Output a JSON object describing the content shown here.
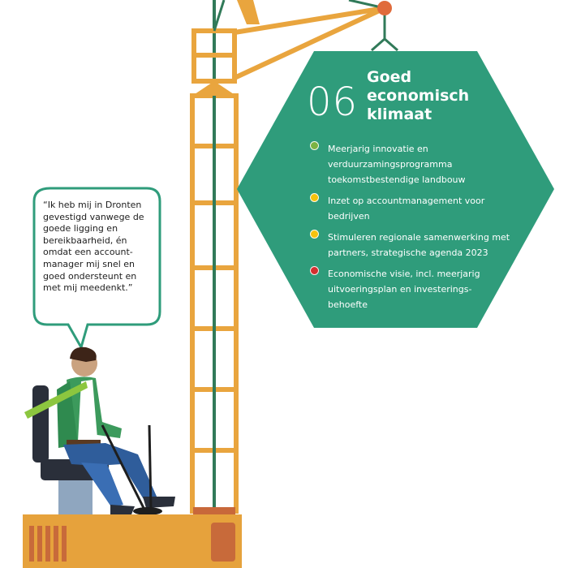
{
  "colors": {
    "hex_green": "#2f9c7b",
    "crane_yellow": "#e9a53e",
    "cable_green": "#317a59",
    "quote_border": "#2f9c7b",
    "cabin": "#e6a23c",
    "cabin_dark": "#c86a3a"
  },
  "hexagon": {
    "number": "06",
    "title_lines": [
      "Goed",
      "economisch",
      "klimaat"
    ],
    "items": [
      {
        "text": "Meerjarig innovatie en verduurzamingsprogramma toekomstbestendige landbouw",
        "status_color": "#7cb342"
      },
      {
        "text": "Inzet op accountmanagement voor bedrijven",
        "status_color": "#f4c20d"
      },
      {
        "text": "Stimuleren regionale samenwerking met partners, strategische agenda 2023",
        "status_color": "#f4c20d"
      },
      {
        "text": "Economische visie, incl. meerjarig uitvoeringsplan en investerings-behoefte",
        "status_color": "#d32f2f"
      }
    ]
  },
  "quote": {
    "text": "“Ik heb mij in Dronten gevestigd vanwege de goede ligging en bereikbaarheid, én omdat een account-manager mij snel en goed ondersteunt en met mij meedenkt.”"
  },
  "illustration": {
    "subject": "businessman-operating-crane",
    "icons": [
      "crane",
      "speech-bubble",
      "businessman",
      "operator-seat",
      "control-levers"
    ]
  }
}
